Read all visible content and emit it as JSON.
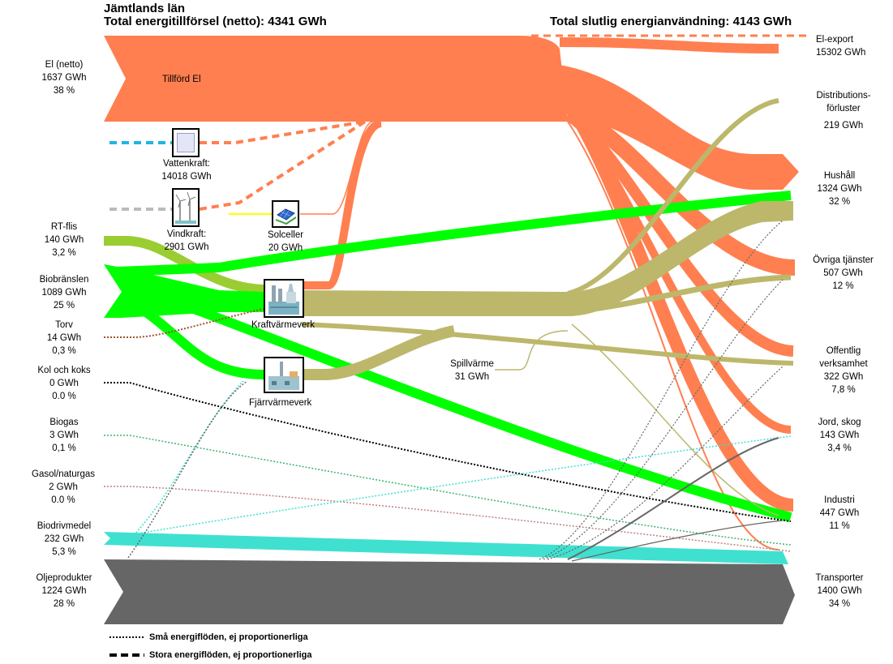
{
  "header": {
    "region": "Jämtlands län",
    "supply_label": "Total energitillförsel (netto):",
    "supply_value": "4341 GWh",
    "use_label": "Total slutlig energianvändning:",
    "use_value": "4143 GWh"
  },
  "sources": [
    {
      "name": "El (netto)",
      "value": "1637 GWh",
      "share": "38 %"
    },
    {
      "name": "RT-flis",
      "value": "140 GWh",
      "share": "3,2 %"
    },
    {
      "name": "Biobränslen",
      "value": "1089 GWh",
      "share": "25 %"
    },
    {
      "name": "Torv",
      "value": "14 GWh",
      "share": "0,3 %"
    },
    {
      "name": "Kol och koks",
      "value": "0 GWh",
      "share": "0.0 %"
    },
    {
      "name": "Biogas",
      "value": "3 GWh",
      "share": "0,1 %"
    },
    {
      "name": "Gasol/naturgas",
      "value": "2 GWh",
      "share": "0.0 %"
    },
    {
      "name": "Biodrivmedel",
      "value": "232 GWh",
      "share": "5,3 %"
    },
    {
      "name": "Oljeprodukter",
      "value": "1224 GWh",
      "share": "28 %"
    }
  ],
  "sinks": [
    {
      "name": "El-export",
      "value": "15302 GWh",
      "share": ""
    },
    {
      "name": "Distributions-\nförluster",
      "value": "219 GWh",
      "share": ""
    },
    {
      "name": "Hushåll",
      "value": "1324 GWh",
      "share": "32 %"
    },
    {
      "name": "Övriga tjänster",
      "value": "507 GWh",
      "share": "12 %"
    },
    {
      "name": "Offentlig\nverksamhet",
      "value": "322 GWh",
      "share": "7,8 %"
    },
    {
      "name": "Jord, skog",
      "value": "143 GWh",
      "share": "3,4 %"
    },
    {
      "name": "Industri",
      "value": "447 GWh",
      "share": "11 %"
    },
    {
      "name": "Transporter",
      "value": "1400 GWh",
      "share": "34 %"
    }
  ],
  "plants": {
    "hydro": {
      "name": "Vattenkraft:",
      "value": "14018 GWh"
    },
    "wind": {
      "name": "Vindkraft:",
      "value": "2901 GWh"
    },
    "solar": {
      "name": "Solceller",
      "value": "20 GWh"
    },
    "chp": {
      "name": "Kraftvärmeverk"
    },
    "dh": {
      "name": "Fjärrvärmeverk"
    }
  },
  "labels": {
    "supplied_el": "Tillförd El",
    "waste_heat_name": "Spillvärme",
    "waste_heat_value": "31 GWh"
  },
  "legend": {
    "small": "Små energiflöden, ej proportionerliga",
    "large": "Stora energiflöden, ej proportionerliga"
  },
  "colors": {
    "electricity": "#FF7F50",
    "heat": "#BDB76B",
    "biofuel": "#00FF00",
    "rt_flis": "#9ACD32",
    "biodrivmedel": "#40E0D0",
    "oil": "#666666",
    "hydro": "#1EB4E6",
    "peat": "#A0522D",
    "biogas": "#3CB371",
    "gas": "#C08080"
  }
}
